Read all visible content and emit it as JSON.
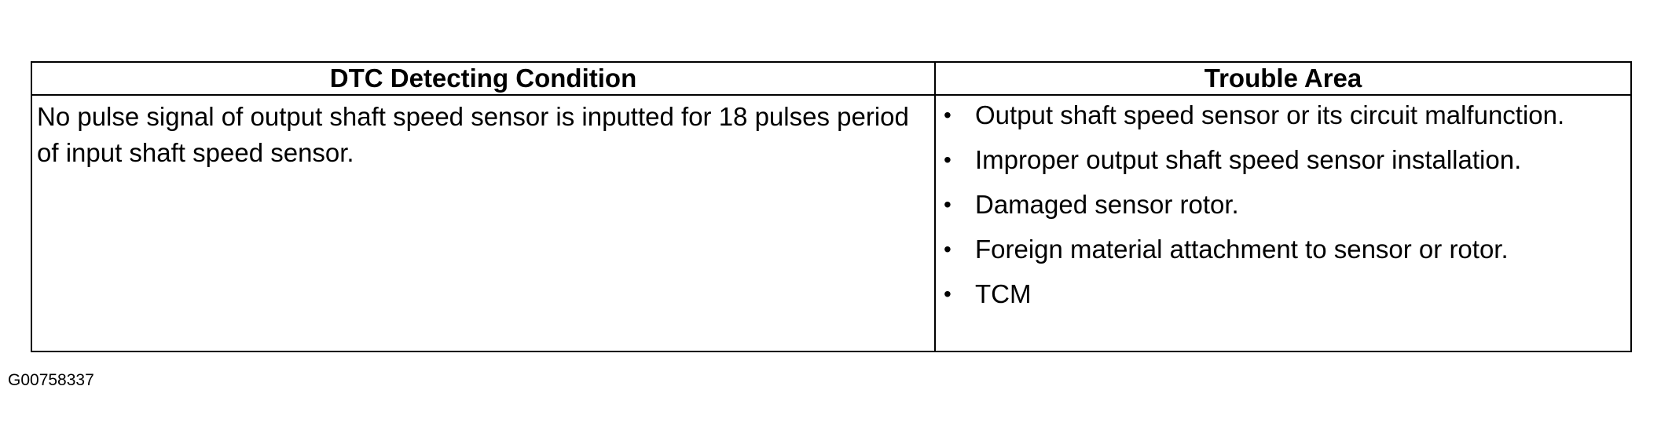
{
  "table": {
    "headers": {
      "condition": "DTC Detecting Condition",
      "trouble_area": "Trouble Area"
    },
    "condition_text": "No pulse signal of output shaft speed sensor is inputted for 18 pulses period of input shaft speed sensor.",
    "trouble_items": [
      "Output shaft speed sensor or its circuit malfunction.",
      "Improper output shaft speed sensor installation.",
      "Damaged sensor rotor.",
      "Foreign material attachment to sensor or rotor.",
      "TCM"
    ]
  },
  "doc_id": "G00758337"
}
